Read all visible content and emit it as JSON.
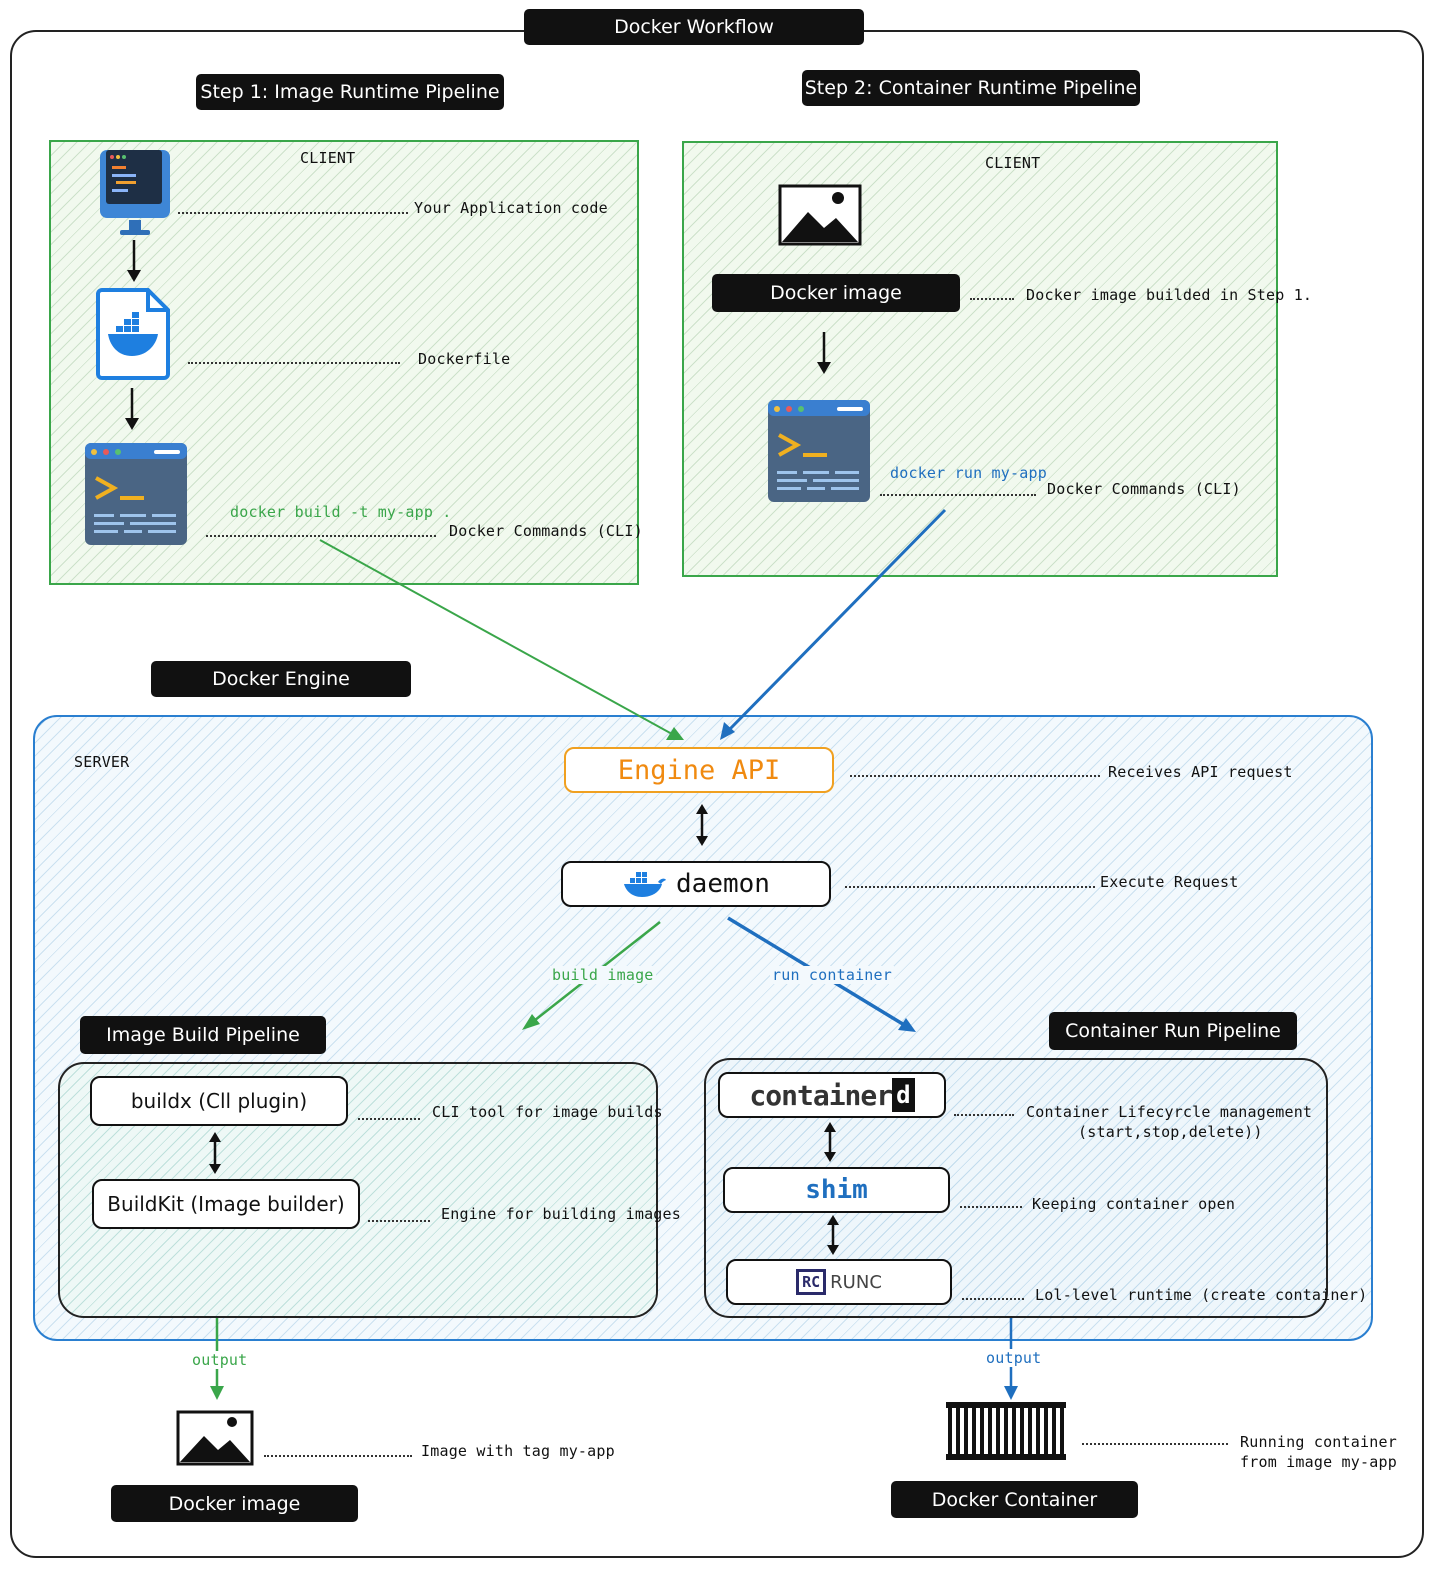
{
  "title": "Docker Workflow",
  "step1": {
    "label": "Step 1: Image Runtime Pipeline",
    "client": "CLIENT",
    "app_code": "Your Application code",
    "dockerfile": "Dockerfile",
    "command": "docker build -t my-app .",
    "cli": "Docker Commands (CLI)"
  },
  "step2": {
    "label": "Step 2: Container Runtime Pipeline",
    "client": "CLIENT",
    "image_pill": "Docker image",
    "image_note": "Docker image builded in Step 1.",
    "command": "docker run my-app",
    "cli": "Docker Commands (CLI)"
  },
  "engine": {
    "label": "Docker Engine",
    "server": "SERVER",
    "api": "Engine API",
    "api_note": "Receives API request",
    "daemon": "daemon",
    "daemon_note": "Execute Request",
    "build_edge": "build image",
    "run_edge": "run container"
  },
  "build_pipeline": {
    "label": "Image Build Pipeline",
    "buildx": "buildx (Cll plugin)",
    "buildx_note": "CLI tool for image builds",
    "buildkit": "BuildKit (Image builder)",
    "buildkit_note": "Engine for building images"
  },
  "run_pipeline": {
    "label": "Container Run Pipeline",
    "containerd": "container",
    "containerd_d": "d",
    "containerd_note_1": "Container Lifecyrcle management",
    "containerd_note_2": "(start,stop,delete))",
    "shim": "shim",
    "shim_note": "Keeping container open",
    "runc_badge": "RC",
    "runc": "RUNC",
    "runc_note": "Lol-level runtime (create container)"
  },
  "outputs": {
    "output_left": "output",
    "output_right": "output",
    "image_pill": "Docker image",
    "image_note": "Image with tag my-app",
    "container_pill": "Docker Container",
    "container_note_1": "Running container",
    "container_note_2": "from image my-app"
  },
  "colors": {
    "green": "#3aa64a",
    "blue": "#1f6fbf",
    "orange": "#f0a020",
    "dark": "#111111"
  }
}
